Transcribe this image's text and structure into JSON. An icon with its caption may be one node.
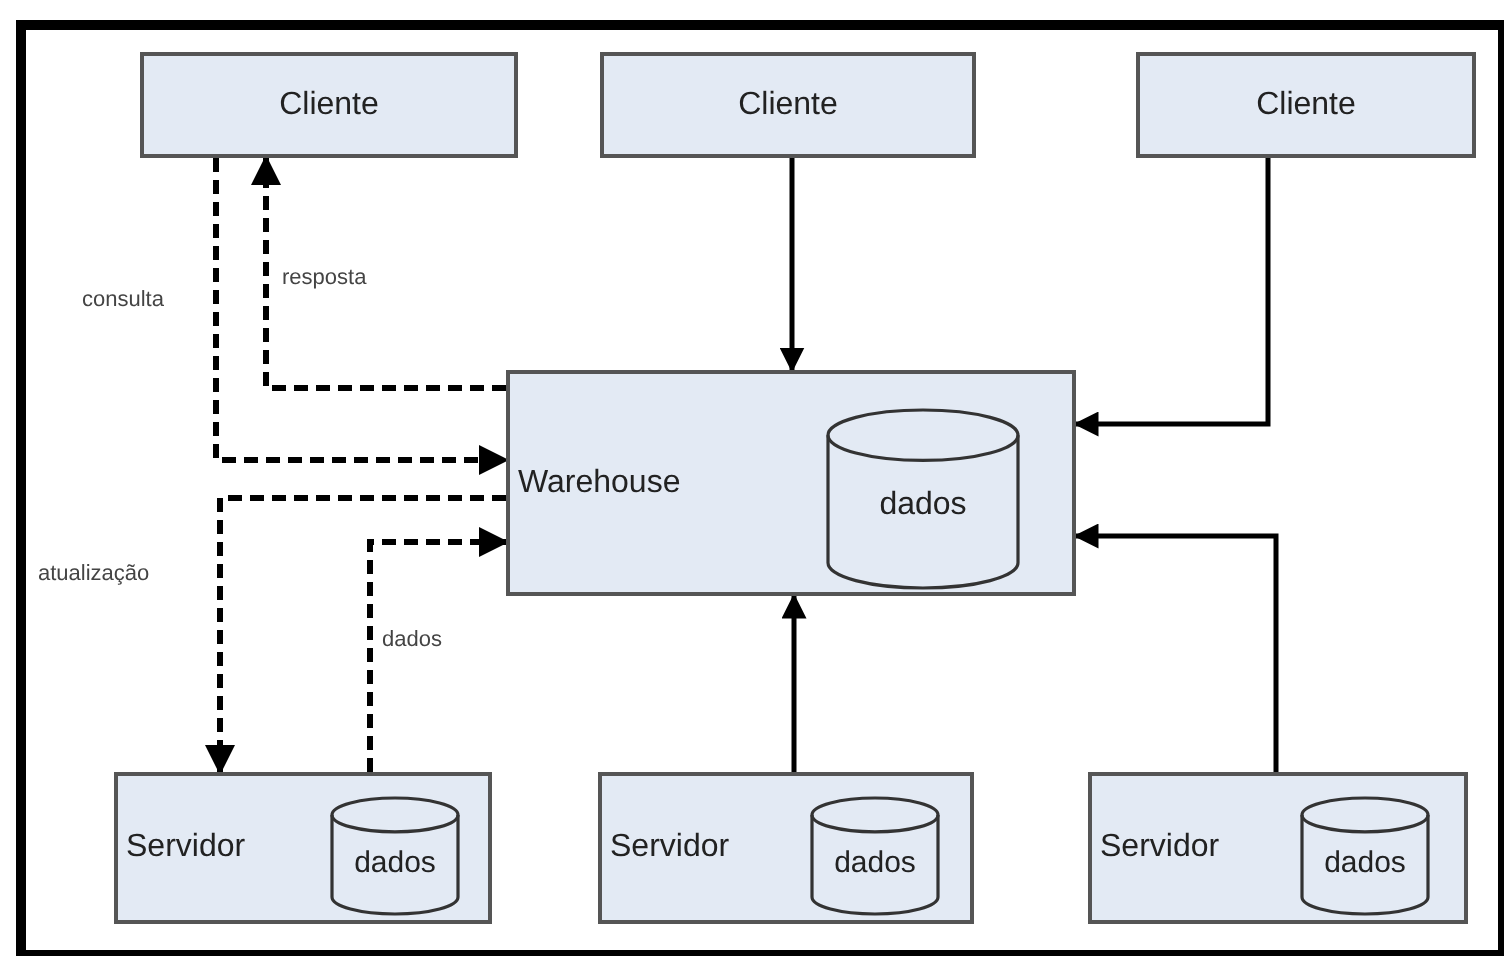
{
  "diagram": {
    "nodes": [
      {
        "text": [
          "Cliente"
        ]
      },
      {
        "text": [
          "Cliente"
        ]
      },
      {
        "text": [
          "Cliente"
        ]
      },
      {
        "text": [
          "Warehouse"
        ]
      },
      {
        "text": [
          "dados"
        ],
        "in": 3
      },
      {
        "text": [
          "Servidor"
        ]
      },
      {
        "text": [
          "dados"
        ],
        "in": 5
      },
      {
        "text": [
          "Servidor"
        ]
      },
      {
        "text": [
          "dados"
        ],
        "in": 7
      },
      {
        "text": [
          "Servidor"
        ]
      },
      {
        "text": [
          "dados"
        ],
        "in": 9
      }
    ],
    "edges": [
      {
        "from": 0,
        "to": 3,
        "arrow": "to",
        "label": "consulta",
        "style": "dashed"
      },
      {
        "from": 3,
        "to": 0,
        "arrow": "to",
        "label": "resposta",
        "style": "dashed"
      },
      {
        "from": 3,
        "to": 5,
        "arrow": "to",
        "label": "atualização",
        "style": "dashed"
      },
      {
        "from": 5,
        "to": 3,
        "arrow": "to",
        "label": "dados",
        "style": "dashed"
      },
      {
        "from": 1,
        "to": 3,
        "arrow": "to"
      },
      {
        "from": 2,
        "to": 3,
        "arrow": "to"
      },
      {
        "from": 7,
        "to": 3,
        "arrow": "to"
      },
      {
        "from": 9,
        "to": 3,
        "arrow": "to"
      }
    ]
  }
}
